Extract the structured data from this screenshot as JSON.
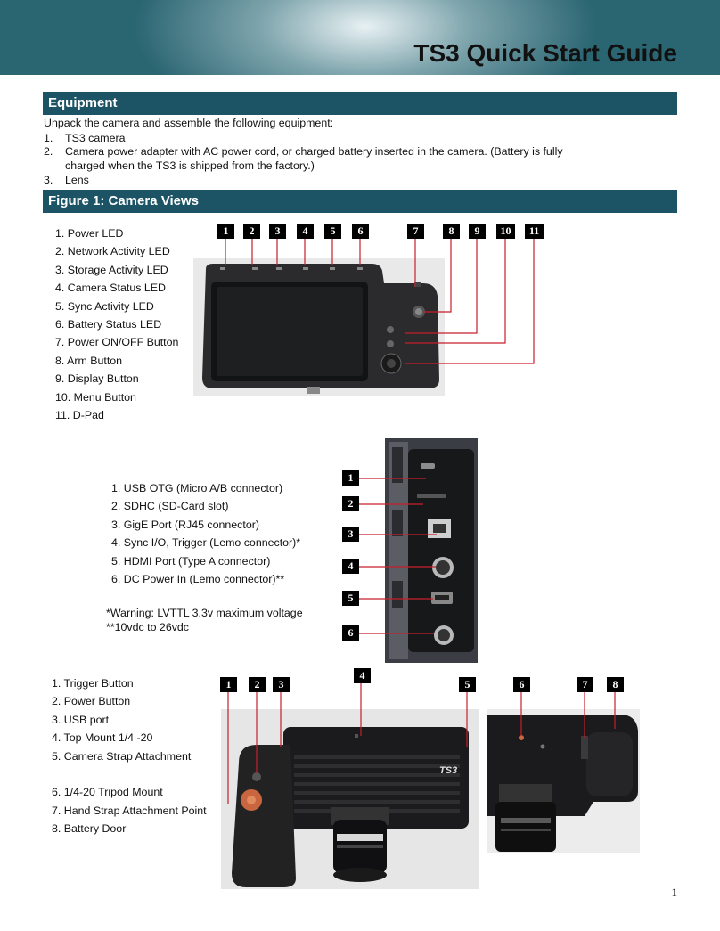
{
  "header": {
    "title": "TS3 Quick Start Guide"
  },
  "equipment": {
    "heading": "Equipment",
    "intro": "Unpack the camera and assemble the following equipment:",
    "items": [
      {
        "num": "1.",
        "text": "TS3 camera"
      },
      {
        "num": "2.",
        "text": "Camera power adapter with AC power cord, or charged battery inserted in the camera. (Battery is fully",
        "text2": "charged when the TS3 is shipped from the factory.)"
      },
      {
        "num": "3.",
        "text": "Lens"
      }
    ]
  },
  "figure1": {
    "heading": "Figure 1: Camera Views",
    "back_view": {
      "legend": [
        "1. Power LED",
        "2. Network Activity LED",
        "3. Storage Activity LED",
        "4. Camera Status LED",
        "5. Sync Activity LED",
        "6. Battery Status LED",
        "7. Power ON/OFF Button",
        "8. Arm Button",
        "9. Display Button",
        "10. Menu Button",
        "11. D-Pad"
      ],
      "callouts": [
        "1",
        "2",
        "3",
        "4",
        "5",
        "6",
        "7",
        "8",
        "9",
        "10",
        "11"
      ]
    },
    "side_view": {
      "legend": [
        "1. USB OTG  (Micro A/B connector)",
        "2. SDHC (SD-Card slot)",
        "3. GigE Port (RJ45 connector)",
        "4. Sync I/O, Trigger (Lemo connector)*",
        "5. HDMI Port (Type A connector)",
        "6. DC Power In (Lemo connector)**"
      ],
      "notes": [
        "*Warning: LVTTL 3.3v maximum voltage",
        "**10vdc to 26vdc"
      ],
      "callouts": [
        "1",
        "2",
        "3",
        "4",
        "5",
        "6"
      ]
    },
    "front_view": {
      "legend": [
        "1. Trigger Button",
        "2. Power Button",
        "3. USB port",
        "4. Top Mount 1/4 -20",
        "5. Camera Strap Attachment",
        "6. 1/4-20 Tripod Mount",
        "7. Hand Strap Attachment Point",
        "8. Battery Door"
      ],
      "callouts": [
        "1",
        "2",
        "3",
        "4",
        "5",
        "6",
        "7",
        "8"
      ],
      "brand_label": "TS3"
    }
  },
  "page_number": "1",
  "colors": {
    "section_bar": "#1c5466",
    "leader_line": "#c81f2a",
    "callout_bg": "#000000"
  }
}
